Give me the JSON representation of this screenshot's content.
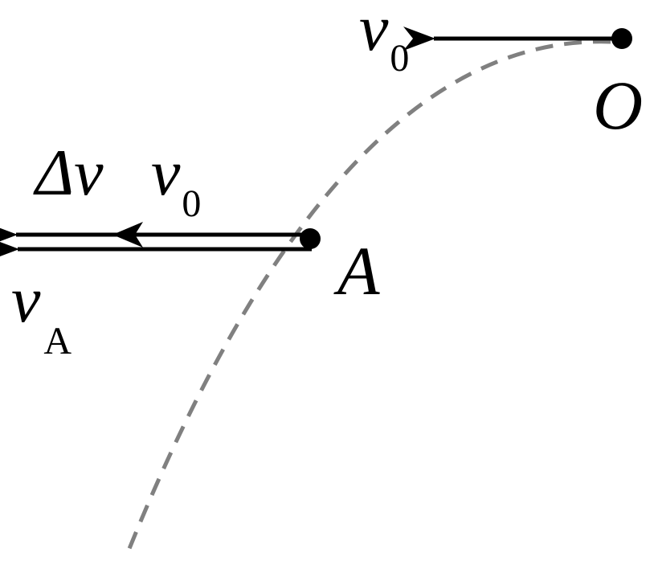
{
  "labels": {
    "v0_top": {
      "main": "v",
      "sub": "0"
    },
    "point_o": "O",
    "delta_v": "Δv",
    "v0_mid": {
      "main": "v",
      "sub": "0"
    },
    "point_a": "A",
    "v_a": {
      "main": "v",
      "sub": "A"
    }
  },
  "colors": {
    "ink": "#000000",
    "trajectory": "#808080",
    "background": "#ffffff"
  }
}
